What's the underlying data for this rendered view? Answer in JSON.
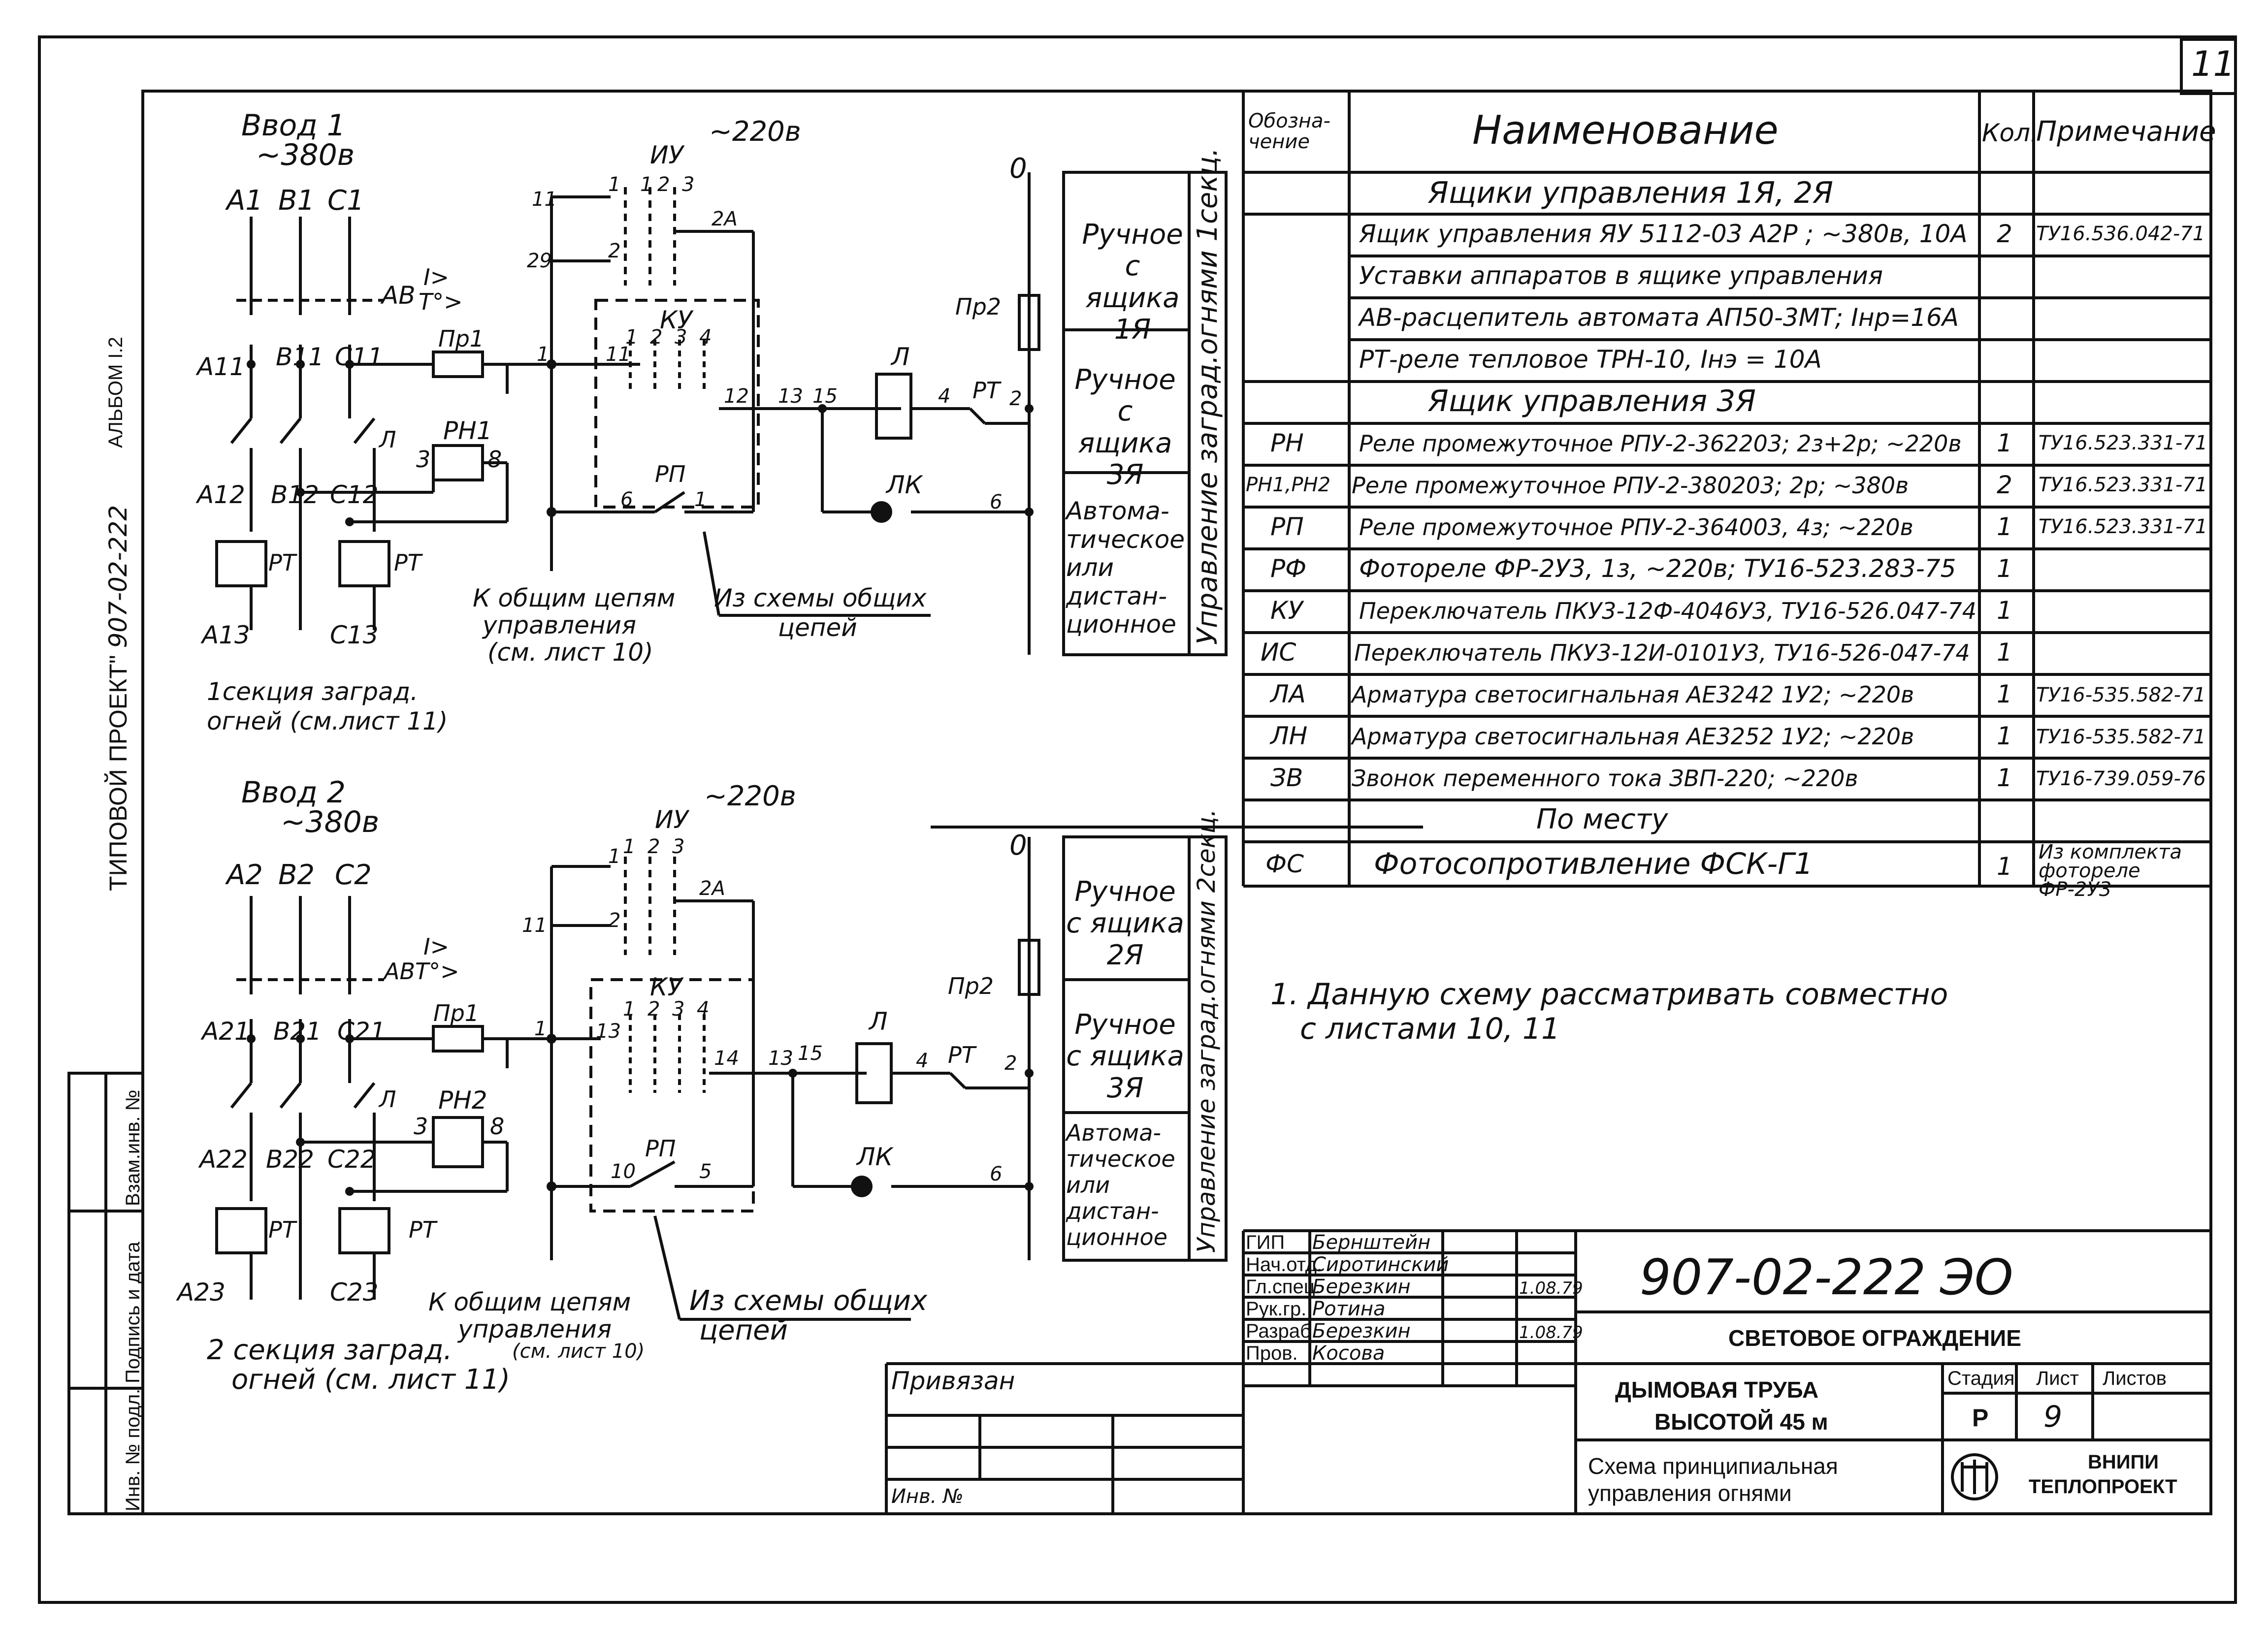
{
  "sheet": {
    "corner_number": "11"
  },
  "binding": {
    "album": "АЛЬБОМ I.2",
    "project": "ТИПОВОЙ ПРОЕКТ",
    "project_number": "907-02-222",
    "inv_no": "Инв. № подл.",
    "sign_date": "Подпись и дата",
    "vzam": "Взам.инв. №"
  },
  "circuit1": {
    "input": "Ввод 1",
    "voltage": "~380в",
    "control_voltage": "~220в",
    "phases": [
      "A1",
      "B1",
      "C1"
    ],
    "phases_mid": [
      "A11",
      "B11",
      "C11"
    ],
    "phases_low": [
      "A12",
      "B12",
      "C12"
    ],
    "phases_out": [
      "A13",
      "C13"
    ],
    "breaker": "АВ",
    "breaker_marks": "I>\nT°>",
    "fuse": "Пр1",
    "relay": "РН1",
    "relay_nodes": [
      "3",
      "8"
    ],
    "thermal": "РТ",
    "lamp_node": "Л",
    "iu": "ИУ",
    "ku": "КУ",
    "rp": "РП",
    "lk": "ЛК",
    "pr2": "Пр2",
    "zero": "0",
    "lamp": "Л",
    "rt": "РТ",
    "nodes": [
      "11",
      "29",
      "1",
      "2",
      "1",
      "2",
      "3",
      "2А",
      "1",
      "11",
      "1",
      "2",
      "3",
      "4",
      "12",
      "13",
      "15",
      "4",
      "2",
      "6",
      "1",
      "6"
    ],
    "section": "1секция заград.",
    "section2": "огней (см.лист 11)",
    "common_l1": "К общим цепям",
    "common_l2": "управления",
    "common_l3": "(см. лист 10)",
    "from_l1": "Из схемы общих",
    "from_l2": "цепей"
  },
  "circuit2": {
    "input": "Ввод 2",
    "voltage": "~380в",
    "control_voltage": "~220в",
    "phases": [
      "A2",
      "B2",
      "C2"
    ],
    "phases_mid": [
      "A21",
      "B21",
      "C21"
    ],
    "phases_low": [
      "A22",
      "B22",
      "C22"
    ],
    "phases_out": [
      "A23",
      "C23"
    ],
    "breaker": "АВТ°>",
    "breaker_i": "I>",
    "fuse": "Пр1",
    "relay": "РН2",
    "relay_nodes": [
      "3",
      "8"
    ],
    "thermal": "РТ",
    "lamp_node": "Л",
    "iu": "ИУ",
    "ku": "КУ",
    "rp": "РП",
    "lk": "ЛК",
    "pr2": "Пр2",
    "zero": "0",
    "lamp": "Л",
    "rt": "РТ",
    "section": "2 секция заград.",
    "section2": "огней (см. лист 11)",
    "common_l1": "К общим цепям",
    "common_l2": "управления",
    "common_l3": "(см. лист 10)",
    "from_l1": "Из схемы общих",
    "from_l2": "цепей"
  },
  "modes1": {
    "manual1": [
      "Ручное",
      "с ящика",
      "1Я"
    ],
    "manual3": [
      "Ручное",
      "с ящика",
      "3Я"
    ],
    "auto": [
      "Автома-",
      "тическое",
      "или",
      "дистан-",
      "ционное"
    ],
    "vertical": "Управление заград.огнями 1секц."
  },
  "modes2": {
    "manual1": [
      "Ручное",
      "с ящика",
      "2Я"
    ],
    "manual3": [
      "Ручное",
      "с ящика",
      "3Я"
    ],
    "auto": [
      "Автома-",
      "тическое",
      "или",
      "дистан-",
      "ционное"
    ],
    "vertical": "Управление заград.огнями 2секц."
  },
  "spec": {
    "headers": [
      "Обозна-\nчение",
      "Наименование",
      "Кол.",
      "Примечание"
    ],
    "group1": "Ящики управления 1Я, 2Я",
    "rows1": [
      {
        "code": "",
        "name": "Ящик управления ЯУ 5112-03 А2Р ; ~380в, 10А",
        "qty": "2",
        "note": "ТУ16.536.042-71"
      },
      {
        "code": "",
        "name": "Уставки аппаратов в ящике управления",
        "qty": "",
        "note": ""
      },
      {
        "code": "",
        "name": "АВ-расцепитель автомата АП50-3МТ; Iнр=16А",
        "qty": "",
        "note": ""
      },
      {
        "code": "",
        "name": "РТ-реле тепловое ТРН-10, Iнэ = 10А",
        "qty": "",
        "note": ""
      }
    ],
    "group2": "Ящик управления 3Я",
    "rows2": [
      {
        "code": "РН",
        "name": "Реле промежуточное РПУ-2-362203; 2з+2р; ~220в",
        "qty": "1",
        "note": "ТУ16.523.331-71"
      },
      {
        "code": "РН1,РН2",
        "name": "Реле промежуточное РПУ-2-380203; 2р; ~380в",
        "qty": "2",
        "note": "ТУ16.523.331-71"
      },
      {
        "code": "РП",
        "name": "Реле промежуточное РПУ-2-364003, 4з; ~220в",
        "qty": "1",
        "note": "ТУ16.523.331-71"
      },
      {
        "code": "РФ",
        "name": "Фотореле ФР-2У3, 1з, ~220в; ТУ16-523.283-75",
        "qty": "1",
        "note": ""
      },
      {
        "code": "КУ",
        "name": "Переключатель ПКУ3-12Ф-4046У3, ТУ16-526.047-74",
        "qty": "1",
        "note": ""
      },
      {
        "code": "ИС",
        "name": "Переключатель ПКУ3-12И-0101У3, ТУ16-526-047-74",
        "qty": "1",
        "note": ""
      },
      {
        "code": "ЛА",
        "name": "Арматура светосигнальная АЕ3242 1У2; ~220в",
        "qty": "1",
        "note": "ТУ16-535.582-71"
      },
      {
        "code": "ЛН",
        "name": "Арматура светосигнальная АЕ3252 1У2; ~220в",
        "qty": "1",
        "note": "ТУ16-535.582-71"
      },
      {
        "code": "ЗВ",
        "name": "Звонок переменного тока ЗВП-220; ~220в",
        "qty": "1",
        "note": "ТУ16-739.059-76"
      }
    ],
    "group3": "По месту",
    "rows3": [
      {
        "code": "ФС",
        "name": "Фотосопротивление ФСК-Г1",
        "qty": "1",
        "note": "Из комплекта фотореле ФР-2У3"
      }
    ]
  },
  "note": {
    "line1": "1. Данную схему рассматривать совместно",
    "line2": "с листами 10, 11"
  },
  "stamp": {
    "roles": [
      "ГИП",
      "Нач.отд.",
      "Гл.спец.",
      "Рук.гр.",
      "Разраб.",
      "Пров."
    ],
    "names": [
      "Бернштейн",
      "Сиротинский",
      "Березкин",
      "Ротина",
      "Березкин",
      "Косова"
    ],
    "dates": [
      "",
      "",
      "1.08.79",
      "",
      "1.08.79",
      ""
    ],
    "privyazan": "Привязан",
    "inv": "Инв. №",
    "code": "907-02-222",
    "code_suffix": "ЭО",
    "title": "СВЕТОВОЕ ОГРАЖДЕНИЕ",
    "object_l1": "ДЫМОВАЯ ТРУБА",
    "object_l2": "ВЫСОТОЙ 45 м",
    "sheet_title_l1": "Схема принципиальная",
    "sheet_title_l2": "управления огнями",
    "stage_h": "Стадия",
    "sheet_h": "Лист",
    "sheets_h": "Листов",
    "stage": "Р",
    "sheet": "9",
    "org_l1": "ВНИПИ",
    "org_l2": "ТЕПЛОПРОЕКТ"
  }
}
